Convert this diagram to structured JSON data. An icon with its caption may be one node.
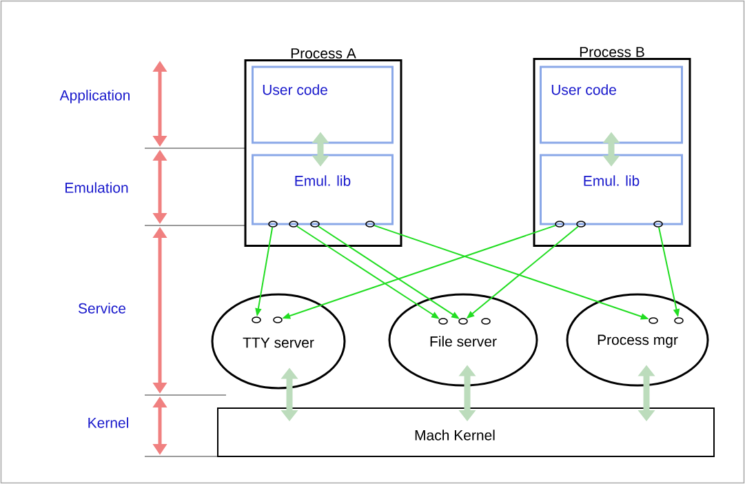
{
  "diagram": {
    "nodes": [
      {
        "text": [
          "Process A"
        ]
      },
      {
        "text": [
          "User code"
        ],
        "in": 0
      },
      {
        "text": [
          "Emul. lib"
        ],
        "in": 0
      },
      {
        "text": [
          "Process B"
        ]
      },
      {
        "text": [
          "User code"
        ],
        "in": 3
      },
      {
        "text": [
          "Emul. lib"
        ],
        "in": 3
      },
      {
        "text": [
          "TTY server"
        ]
      },
      {
        "text": [
          "File server"
        ]
      },
      {
        "text": [
          "Process mgr"
        ]
      },
      {
        "text": [
          "Mach Kernel"
        ]
      },
      {
        "text": [],
        "shape": "circle",
        "in": 0
      },
      {
        "text": [],
        "shape": "circle",
        "in": 0
      },
      {
        "text": [],
        "shape": "circle",
        "in": 0
      },
      {
        "text": [],
        "shape": "circle",
        "in": 0
      },
      {
        "text": [],
        "shape": "circle",
        "in": 3
      },
      {
        "text": [],
        "shape": "circle",
        "in": 3
      },
      {
        "text": [],
        "shape": "circle",
        "in": 3
      },
      {
        "text": [],
        "shape": "circle",
        "in": 6
      },
      {
        "text": [],
        "shape": "circle",
        "in": 6
      },
      {
        "text": [],
        "shape": "circle",
        "in": 7
      },
      {
        "text": [],
        "shape": "circle",
        "in": 7
      },
      {
        "text": [],
        "shape": "circle",
        "in": 7
      },
      {
        "text": [],
        "shape": "circle",
        "in": 8
      },
      {
        "text": [],
        "shape": "circle",
        "in": 8
      }
    ],
    "edges": [
      {
        "from": 10,
        "to": 17,
        "arrow": "to"
      },
      {
        "from": 11,
        "to": 19,
        "arrow": "to"
      },
      {
        "from": 12,
        "to": 20,
        "arrow": "to"
      },
      {
        "from": 13,
        "to": 22,
        "arrow": "to"
      },
      {
        "from": 14,
        "to": 18,
        "arrow": "to"
      },
      {
        "from": 15,
        "to": 20,
        "arrow": "to"
      },
      {
        "from": 16,
        "to": 23,
        "arrow": "to"
      },
      {
        "from": 1,
        "to": 2,
        "arrow": "both",
        "style": "thick",
        "color": "#bcdcbc"
      },
      {
        "from": 4,
        "to": 5,
        "arrow": "both",
        "style": "thick",
        "color": "#bcdcbc"
      },
      {
        "from": 6,
        "to": 9,
        "arrow": "both",
        "style": "thick",
        "color": "#bcdcbc"
      },
      {
        "from": 7,
        "to": 9,
        "arrow": "both",
        "style": "thick",
        "color": "#bcdcbc"
      },
      {
        "from": 8,
        "to": 9,
        "arrow": "both",
        "style": "thick",
        "color": "#bcdcbc"
      }
    ],
    "labels": [
      "Application",
      "Emulation",
      "Service",
      "Kernel"
    ]
  }
}
